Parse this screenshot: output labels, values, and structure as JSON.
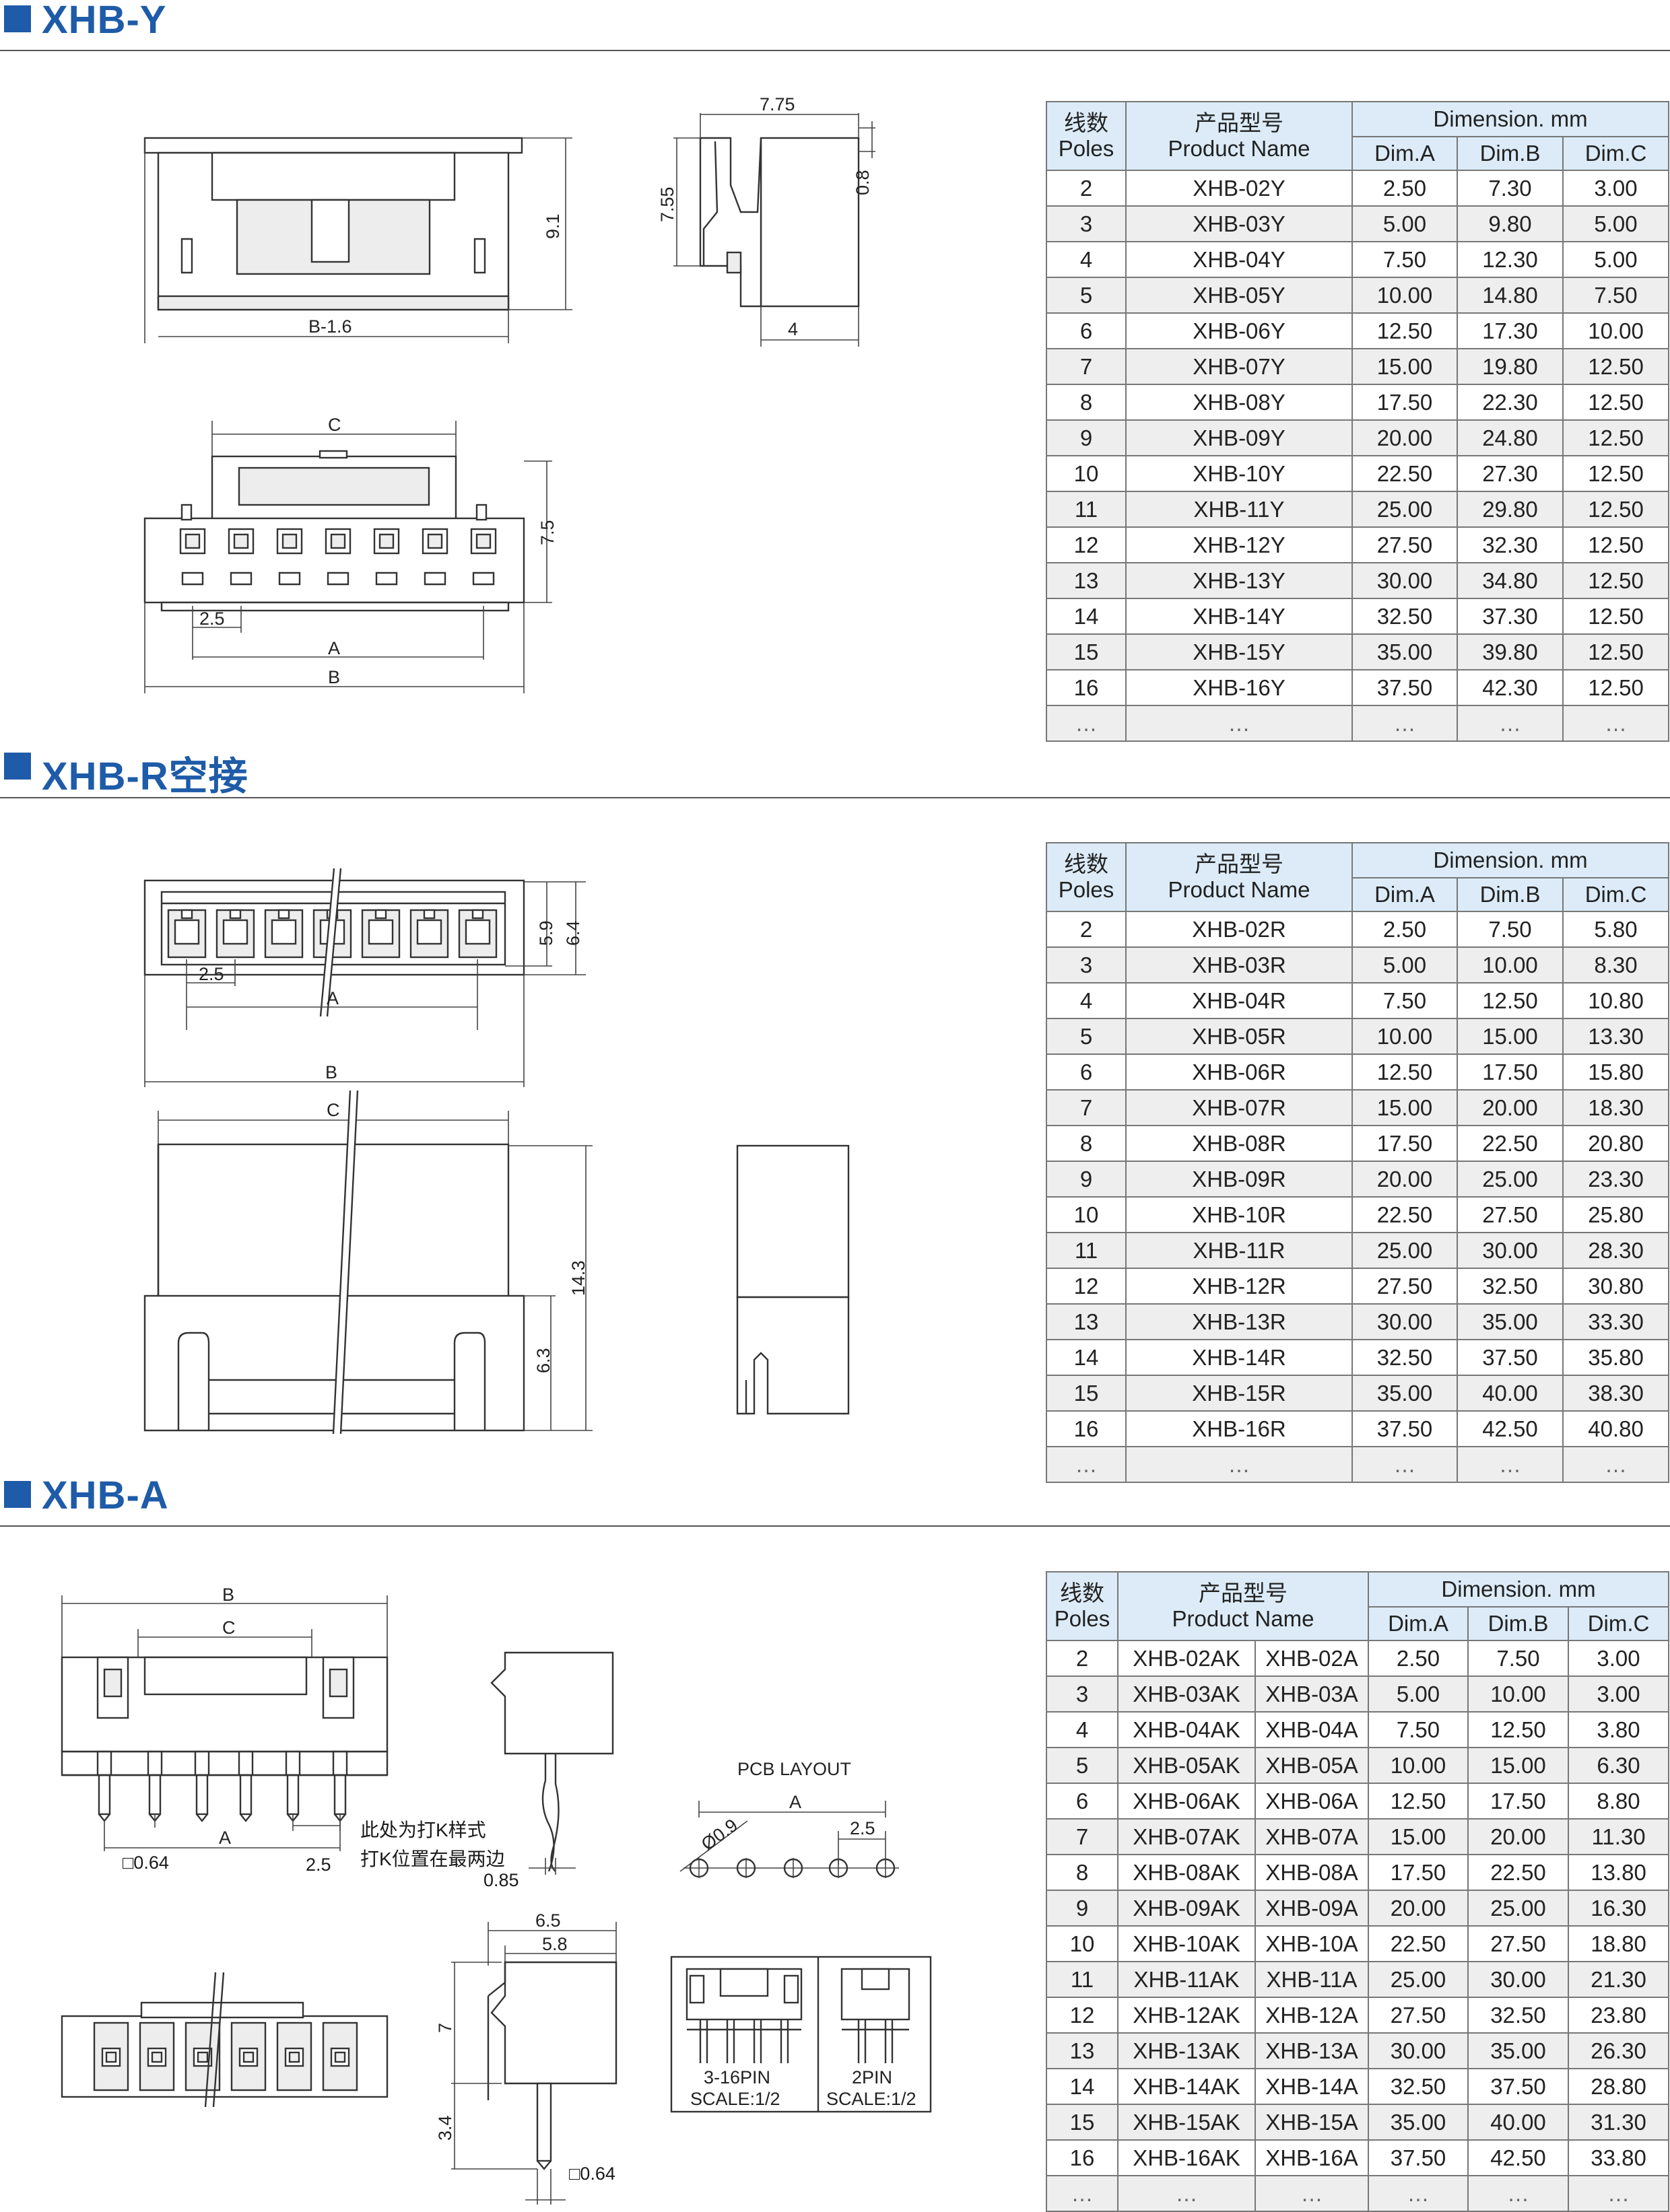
{
  "sections": [
    {
      "title": "XHB-Y",
      "dims": {
        "d775": "7.75",
        "d755": "7.55",
        "d08": "0.8",
        "d91": "9.1",
        "db16": "B-1.6",
        "d4": "4",
        "dC": "C",
        "d75": "7.5",
        "d25": "2.5",
        "dA": "A",
        "dB": "B"
      },
      "table": {
        "h_poles_cn": "线数",
        "h_poles_en": "Poles",
        "h_name_cn": "产品型号",
        "h_name_en": "Product Name",
        "h_dim": "Dimension. mm",
        "h_a": "Dim.A",
        "h_b": "Dim.B",
        "h_c": "Dim.C",
        "rows": [
          [
            "2",
            "XHB-02Y",
            "2.50",
            "7.30",
            "3.00"
          ],
          [
            "3",
            "XHB-03Y",
            "5.00",
            "9.80",
            "5.00"
          ],
          [
            "4",
            "XHB-04Y",
            "7.50",
            "12.30",
            "5.00"
          ],
          [
            "5",
            "XHB-05Y",
            "10.00",
            "14.80",
            "7.50"
          ],
          [
            "6",
            "XHB-06Y",
            "12.50",
            "17.30",
            "10.00"
          ],
          [
            "7",
            "XHB-07Y",
            "15.00",
            "19.80",
            "12.50"
          ],
          [
            "8",
            "XHB-08Y",
            "17.50",
            "22.30",
            "12.50"
          ],
          [
            "9",
            "XHB-09Y",
            "20.00",
            "24.80",
            "12.50"
          ],
          [
            "10",
            "XHB-10Y",
            "22.50",
            "27.30",
            "12.50"
          ],
          [
            "11",
            "XHB-11Y",
            "25.00",
            "29.80",
            "12.50"
          ],
          [
            "12",
            "XHB-12Y",
            "27.50",
            "32.30",
            "12.50"
          ],
          [
            "13",
            "XHB-13Y",
            "30.00",
            "34.80",
            "12.50"
          ],
          [
            "14",
            "XHB-14Y",
            "32.50",
            "37.30",
            "12.50"
          ],
          [
            "15",
            "XHB-15Y",
            "35.00",
            "39.80",
            "12.50"
          ],
          [
            "16",
            "XHB-16Y",
            "37.50",
            "42.30",
            "12.50"
          ],
          [
            "…",
            "…",
            "…",
            "…",
            "…"
          ]
        ]
      }
    },
    {
      "title": "XHB-R空接",
      "dims": {
        "d59": "5.9",
        "d64": "6.4",
        "d25": "2.5",
        "dA": "A",
        "dB": "B",
        "dC": "C",
        "d143": "14.3",
        "d63": "6.3"
      },
      "table": {
        "h_poles_cn": "线数",
        "h_poles_en": "Poles",
        "h_name_cn": "产品型号",
        "h_name_en": "Product Name",
        "h_dim": "Dimension. mm",
        "h_a": "Dim.A",
        "h_b": "Dim.B",
        "h_c": "Dim.C",
        "rows": [
          [
            "2",
            "XHB-02R",
            "2.50",
            "7.50",
            "5.80"
          ],
          [
            "3",
            "XHB-03R",
            "5.00",
            "10.00",
            "8.30"
          ],
          [
            "4",
            "XHB-04R",
            "7.50",
            "12.50",
            "10.80"
          ],
          [
            "5",
            "XHB-05R",
            "10.00",
            "15.00",
            "13.30"
          ],
          [
            "6",
            "XHB-06R",
            "12.50",
            "17.50",
            "15.80"
          ],
          [
            "7",
            "XHB-07R",
            "15.00",
            "20.00",
            "18.30"
          ],
          [
            "8",
            "XHB-08R",
            "17.50",
            "22.50",
            "20.80"
          ],
          [
            "9",
            "XHB-09R",
            "20.00",
            "25.00",
            "23.30"
          ],
          [
            "10",
            "XHB-10R",
            "22.50",
            "27.50",
            "25.80"
          ],
          [
            "11",
            "XHB-11R",
            "25.00",
            "30.00",
            "28.30"
          ],
          [
            "12",
            "XHB-12R",
            "27.50",
            "32.50",
            "30.80"
          ],
          [
            "13",
            "XHB-13R",
            "30.00",
            "35.00",
            "33.30"
          ],
          [
            "14",
            "XHB-14R",
            "32.50",
            "37.50",
            "35.80"
          ],
          [
            "15",
            "XHB-15R",
            "35.00",
            "40.00",
            "38.30"
          ],
          [
            "16",
            "XHB-16R",
            "37.50",
            "42.50",
            "40.80"
          ],
          [
            "…",
            "…",
            "…",
            "…",
            "…"
          ]
        ]
      }
    },
    {
      "title": "XHB-A",
      "dims": {
        "dB": "B",
        "dC": "C",
        "d064a": "□0.64",
        "d25": "2.5",
        "dA": "A",
        "note1": "此处为打K样式",
        "note2": "打K位置在最两边",
        "d085": "0.85",
        "d65": "6.5",
        "d58": "5.8",
        "d7": "7",
        "d34": "3.4",
        "d064b": "□0.64",
        "pcb": "PCB LAYOUT",
        "pcbA": "A",
        "pcb09": "Ø0.9",
        "pcb25": "2.5",
        "fp1a": "3-16PIN",
        "fp1b": "SCALE:1/2",
        "fp2a": "2PIN",
        "fp2b": "SCALE:1/2"
      },
      "table": {
        "h_poles_cn": "线数",
        "h_poles_en": "Poles",
        "h_name_cn": "产品型号",
        "h_name_en": "Product Name",
        "h_dim": "Dimension. mm",
        "h_a": "Dim.A",
        "h_b": "Dim.B",
        "h_c": "Dim.C",
        "rows": [
          [
            "2",
            "XHB-02AK",
            "XHB-02A",
            "2.50",
            "7.50",
            "3.00"
          ],
          [
            "3",
            "XHB-03AK",
            "XHB-03A",
            "5.00",
            "10.00",
            "3.00"
          ],
          [
            "4",
            "XHB-04AK",
            "XHB-04A",
            "7.50",
            "12.50",
            "3.80"
          ],
          [
            "5",
            "XHB-05AK",
            "XHB-05A",
            "10.00",
            "15.00",
            "6.30"
          ],
          [
            "6",
            "XHB-06AK",
            "XHB-06A",
            "12.50",
            "17.50",
            "8.80"
          ],
          [
            "7",
            "XHB-07AK",
            "XHB-07A",
            "15.00",
            "20.00",
            "11.30"
          ],
          [
            "8",
            "XHB-08AK",
            "XHB-08A",
            "17.50",
            "22.50",
            "13.80"
          ],
          [
            "9",
            "XHB-09AK",
            "XHB-09A",
            "20.00",
            "25.00",
            "16.30"
          ],
          [
            "10",
            "XHB-10AK",
            "XHB-10A",
            "22.50",
            "27.50",
            "18.80"
          ],
          [
            "11",
            "XHB-11AK",
            "XHB-11A",
            "25.00",
            "30.00",
            "21.30"
          ],
          [
            "12",
            "XHB-12AK",
            "XHB-12A",
            "27.50",
            "32.50",
            "23.80"
          ],
          [
            "13",
            "XHB-13AK",
            "XHB-13A",
            "30.00",
            "35.00",
            "26.30"
          ],
          [
            "14",
            "XHB-14AK",
            "XHB-14A",
            "32.50",
            "37.50",
            "28.80"
          ],
          [
            "15",
            "XHB-15AK",
            "XHB-15A",
            "35.00",
            "40.00",
            "31.30"
          ],
          [
            "16",
            "XHB-16AK",
            "XHB-16A",
            "37.50",
            "42.50",
            "33.80"
          ],
          [
            "…",
            "…",
            "…",
            "…",
            "…",
            "…"
          ]
        ]
      }
    }
  ]
}
